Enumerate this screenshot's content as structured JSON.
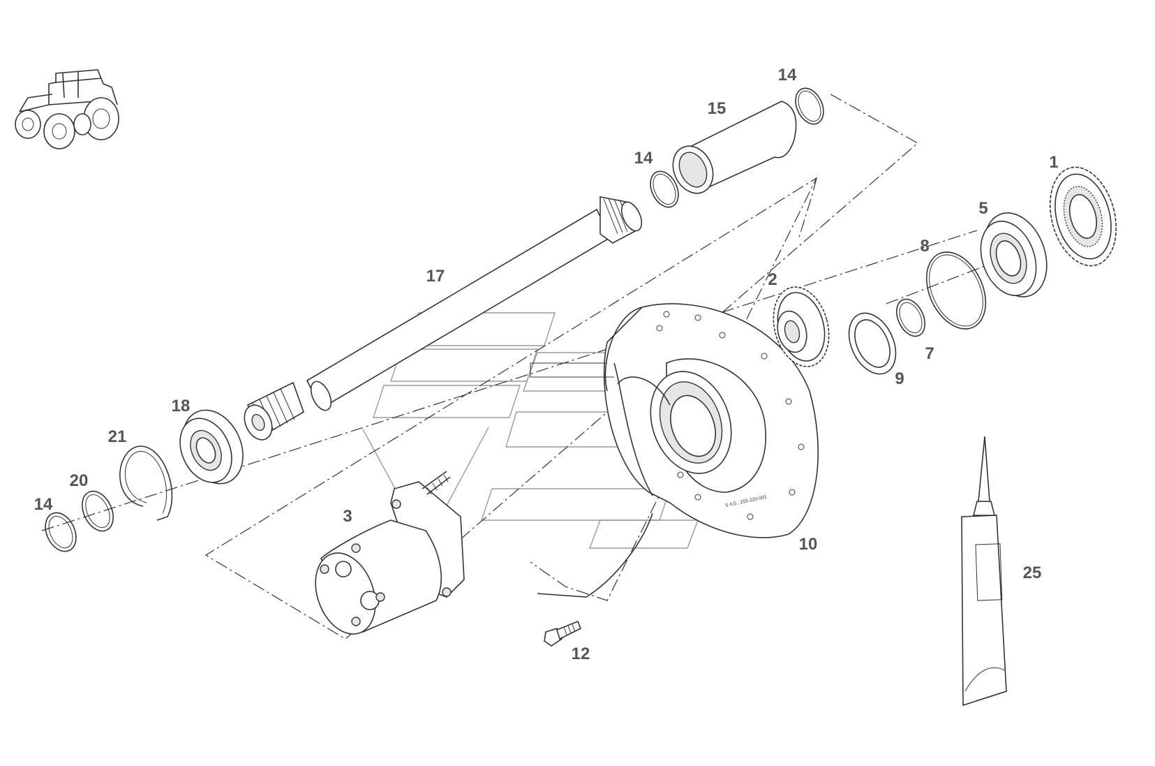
{
  "diagram": {
    "labels": {
      "p1": "1",
      "p2": "2",
      "p3": "3",
      "p5": "5",
      "p7": "7",
      "p8": "8",
      "p9": "9",
      "p10": "10",
      "p12": "12",
      "p14a": "14",
      "p14b": "14",
      "p14c": "14",
      "p15": "15",
      "p17": "17",
      "p18": "18",
      "p20": "20",
      "p21": "21",
      "p25": "25"
    },
    "housing_stamp": "5 4.0...155.320.001"
  }
}
